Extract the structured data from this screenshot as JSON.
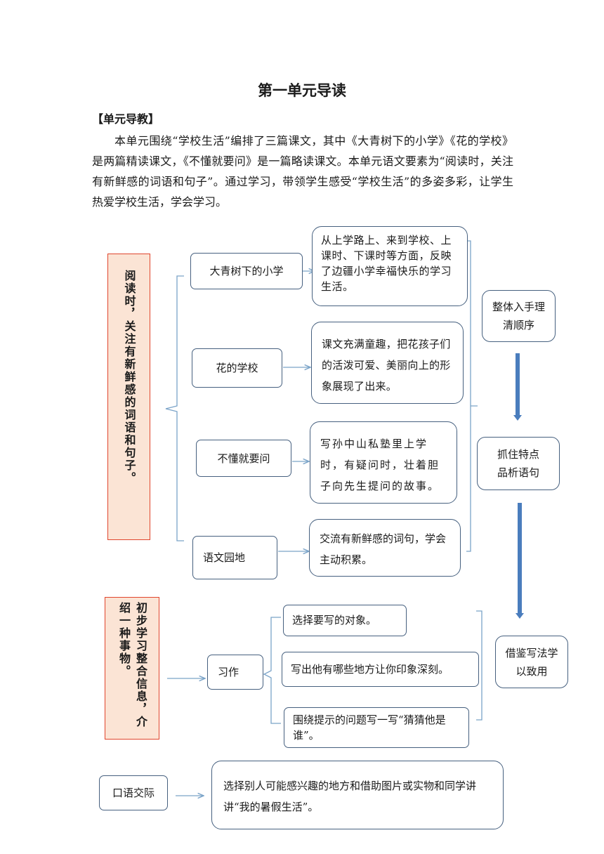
{
  "title": "第一单元导读",
  "section_label": "【单元导教】",
  "intro": "本单元围绕“学校生活”编排了三篇课文，其中《大青树下的小学》《花的学校》是两篇精读课文，《不懂就要问》是一篇略读课文。本单元语文要素为“阅读时，关注有新鲜感的词语和句子”。通过学习，带领学生感受“学校生活”的多姿多彩，让学生热爱学校生活，学会学习。",
  "diagram": {
    "reading_focus": "阅读时，关注有新鲜感的词语和句子。",
    "lessons": [
      {
        "name": "大青树下的小学",
        "desc": "从上学路上、来到学校、上课时、下课时等方面，反映了边疆小学幸福快乐的学习生活。"
      },
      {
        "name": "花的学校",
        "desc": "课文充满童趣，把花孩子们的活泼可爱、美丽向上的形象展现了出来。"
      },
      {
        "name": "不懂就要问",
        "desc": "写孙中山私塾里上学时，有疑问时，壮着胆子向先生提问的故事。"
      },
      {
        "name": "语文园地",
        "desc": "交流有新鲜感的词句，学会主动积累。"
      }
    ],
    "steps": [
      "整体入手理清顺序",
      "抓住特点品析语句",
      "借鉴写法学以致用"
    ],
    "writing_focus": "初步学习整合信息，介绍一种事物。",
    "writing_label": "习作",
    "writing_items": [
      "选择要写的对象。",
      "写出他有哪些地方让你印象深刻。",
      "围绕提示的问题写一写“猜猜他是谁”。"
    ],
    "oral_label": "口语交际",
    "oral_desc": "选择别人可能感兴趣的地方和借助图片或实物和同学讲讲“我的暑假生活”。"
  },
  "colors": {
    "box_border": "#46607f",
    "arrow": "#7aa3c8",
    "block_arrow": "#4a7dbd",
    "focus_bg": "#fbe4d5",
    "focus_border": "#e0452d"
  }
}
